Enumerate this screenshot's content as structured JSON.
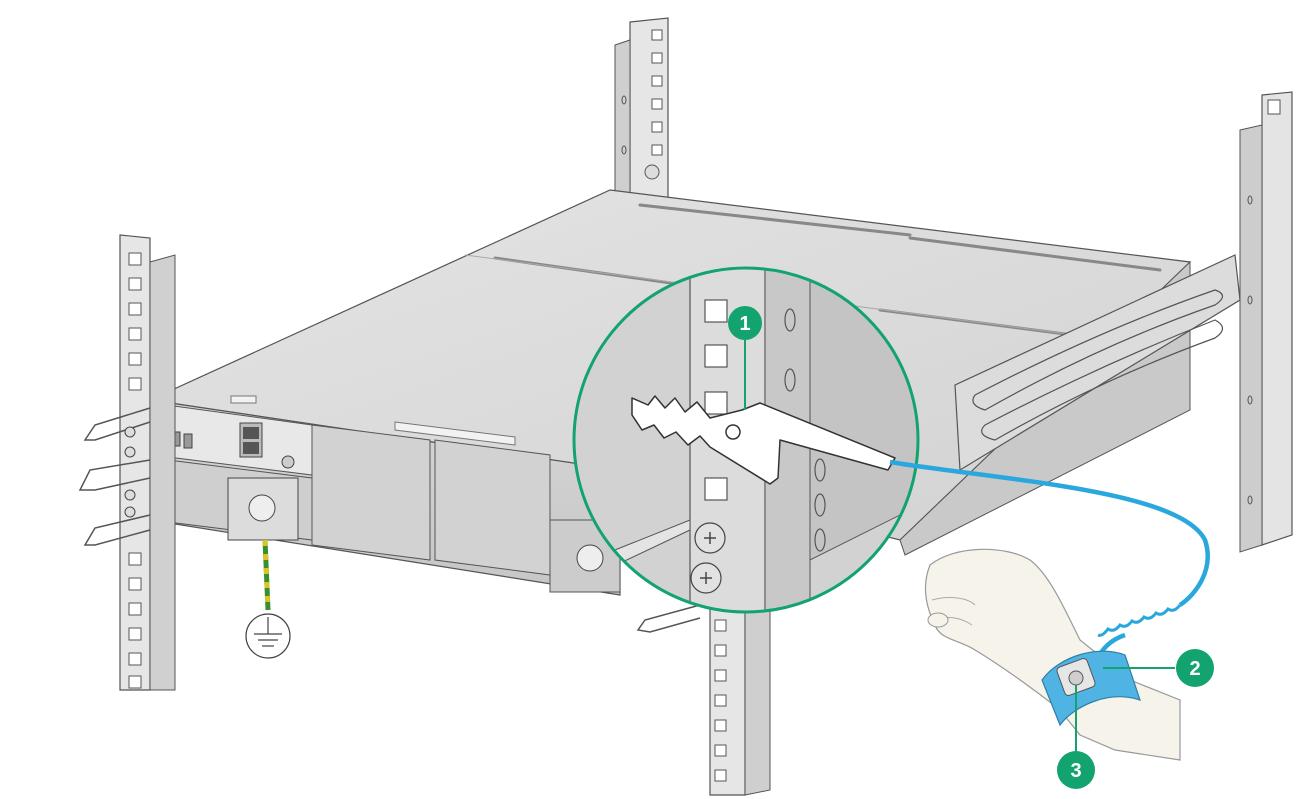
{
  "callouts": [
    {
      "id": "1",
      "label": "1"
    },
    {
      "id": "2",
      "label": "2"
    },
    {
      "id": "3",
      "label": "3"
    }
  ],
  "icons": {
    "ground": "ground-symbol-icon",
    "clip": "alligator-clip-icon",
    "wrist": "wrist-strap-icon"
  },
  "colors": {
    "callout": "#12a36f",
    "cable": "#2aa7dd",
    "strap": "#4fb3e3",
    "ground_wire_green": "#3a8f2c",
    "ground_wire_yellow": "#d8c52a",
    "device": "#d9d9d9",
    "rack": "#e2e2e2"
  }
}
